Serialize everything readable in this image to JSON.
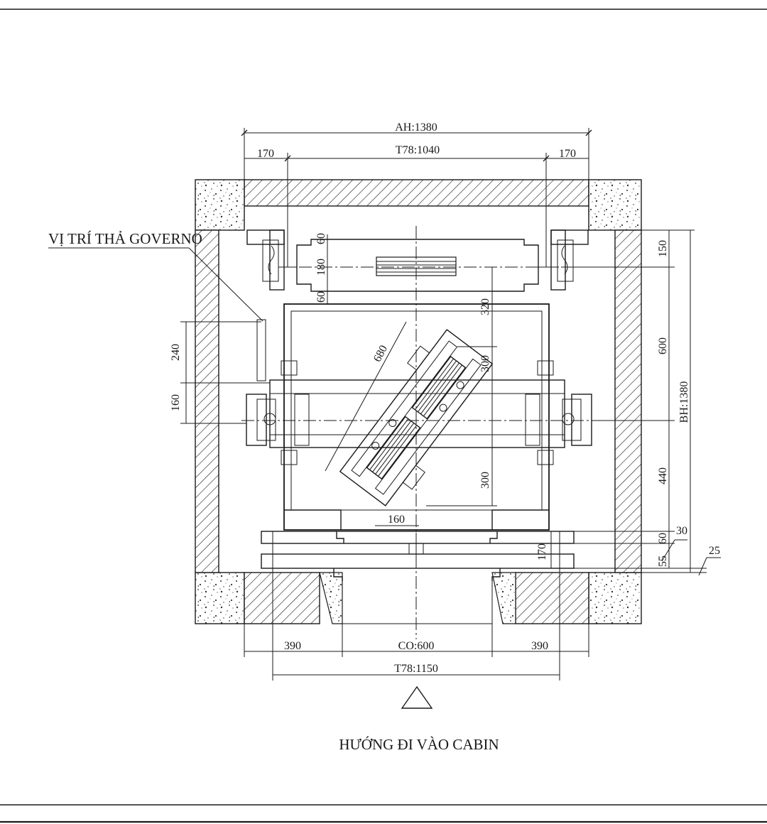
{
  "labels": {
    "governor": "VỊ TRÍ THẢ GOVERNO",
    "entrance": "HƯỚNG ĐI VÀO CABIN"
  },
  "dimensions": {
    "shaft_width": "AH:1380",
    "rail_span_top": "T78:1040",
    "top_left_offset": "170",
    "top_right_offset": "170",
    "shaft_depth": "BH:1380",
    "right_150": "150",
    "right_600": "600",
    "right_440": "440",
    "right_170": "170",
    "right_60": "60",
    "right_55": "55",
    "right_30": "30",
    "right_25": "25",
    "cw_60_top": "60",
    "cw_180": "180",
    "cw_60_bottom": "60",
    "cabin_320": "320",
    "cabin_300_top": "300",
    "cabin_300_bottom": "300",
    "diag_680": "680",
    "bottom_160": "160",
    "left_240": "240",
    "left_160": "160",
    "bottom_left_390": "390",
    "door_opening": "CO:600",
    "bottom_right_390": "390",
    "rail_span_bottom": "T78:1150"
  },
  "colors": {
    "line": "#1a1a1a",
    "background": "#ffffff",
    "hatch": "#1a1a1a",
    "concrete_speckle": "#333333"
  }
}
